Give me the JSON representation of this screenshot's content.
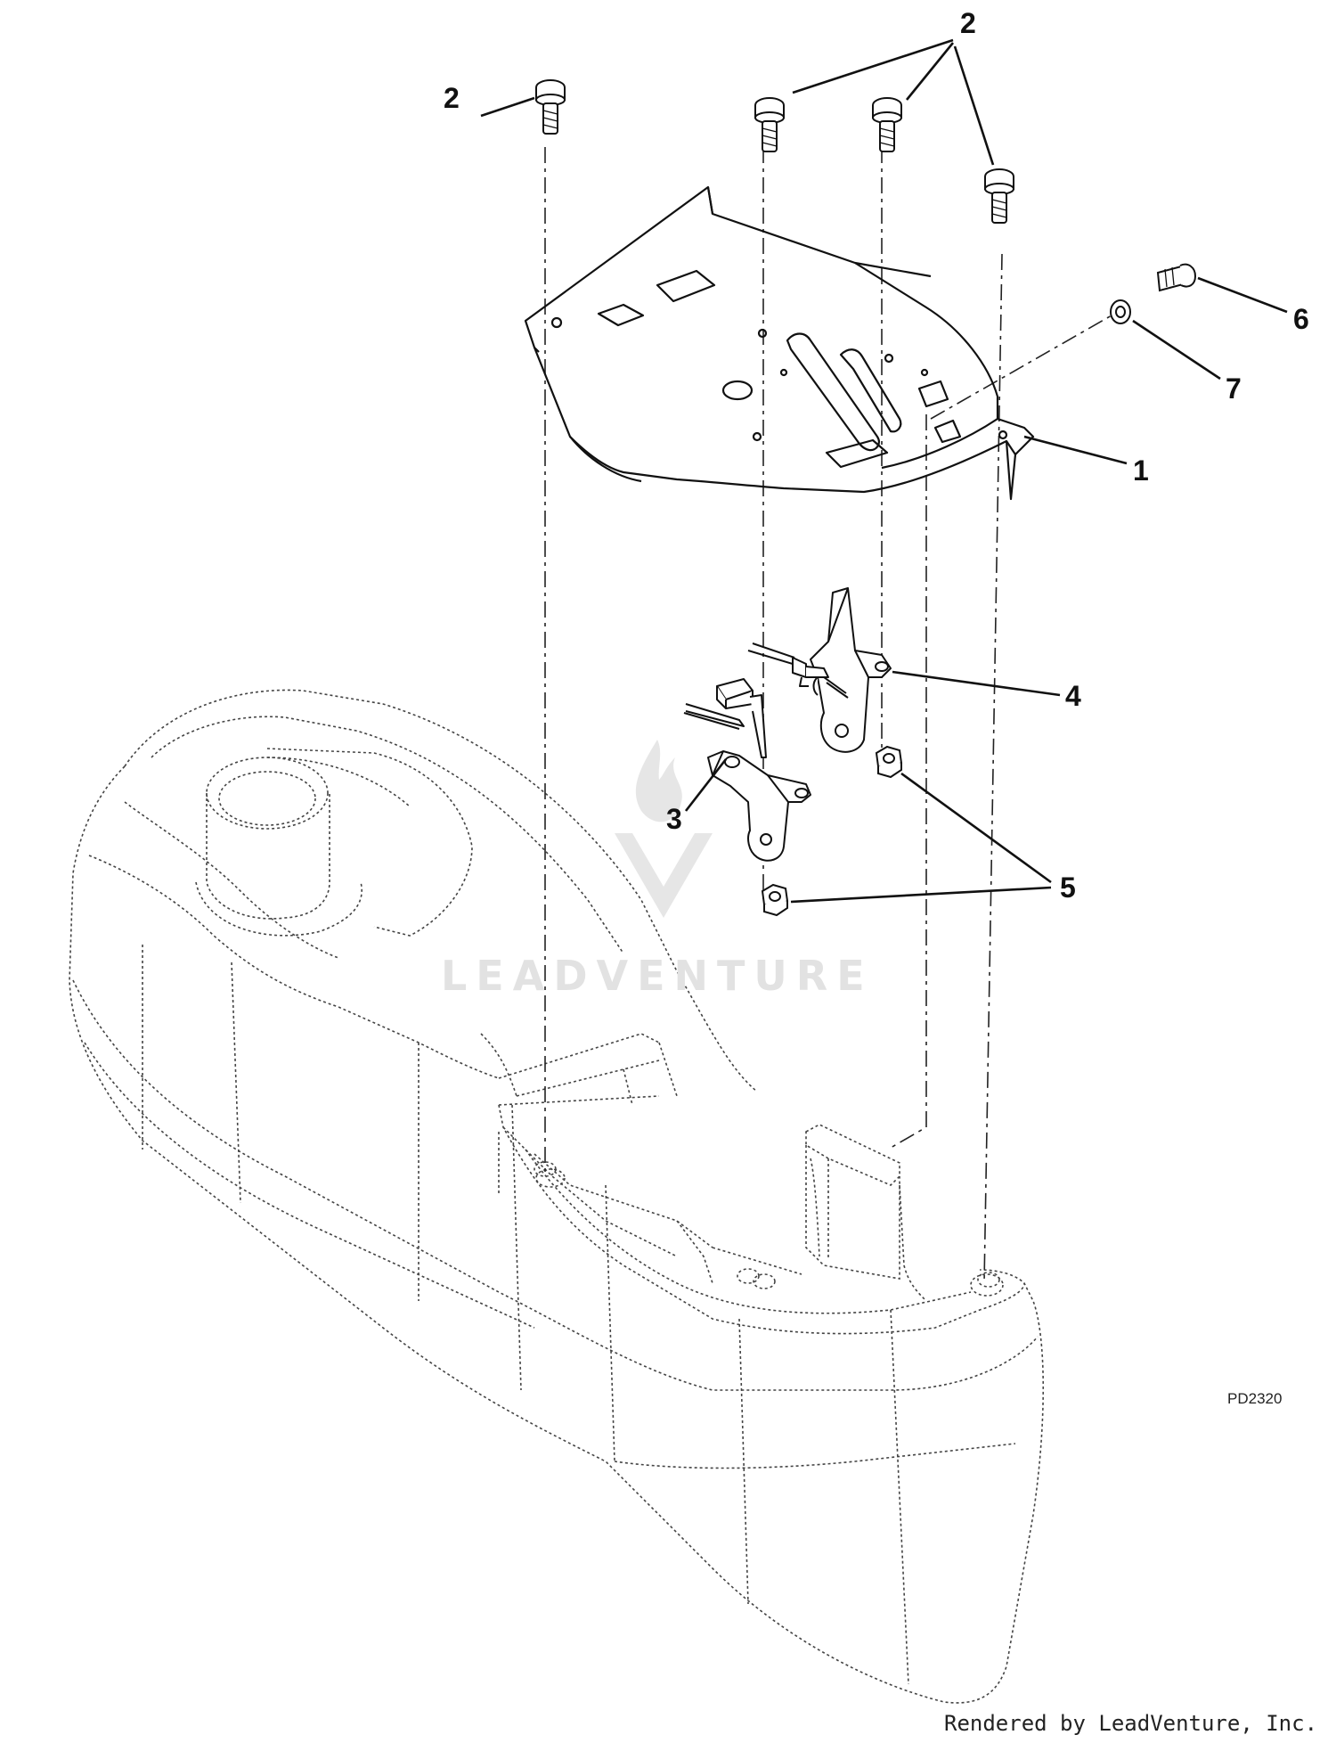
{
  "callouts": {
    "c1": "1",
    "c2a": "2",
    "c2b": "2",
    "c3": "3",
    "c4": "4",
    "c5": "5",
    "c6": "6",
    "c7": "7"
  },
  "figure_code": "PD2320",
  "credit": "Rendered by LeadVenture, Inc.",
  "watermark": "LEADVENTURE",
  "colors": {
    "line": "#111111",
    "hidden_line": "#555555",
    "watermark": "#e2e2e2"
  }
}
